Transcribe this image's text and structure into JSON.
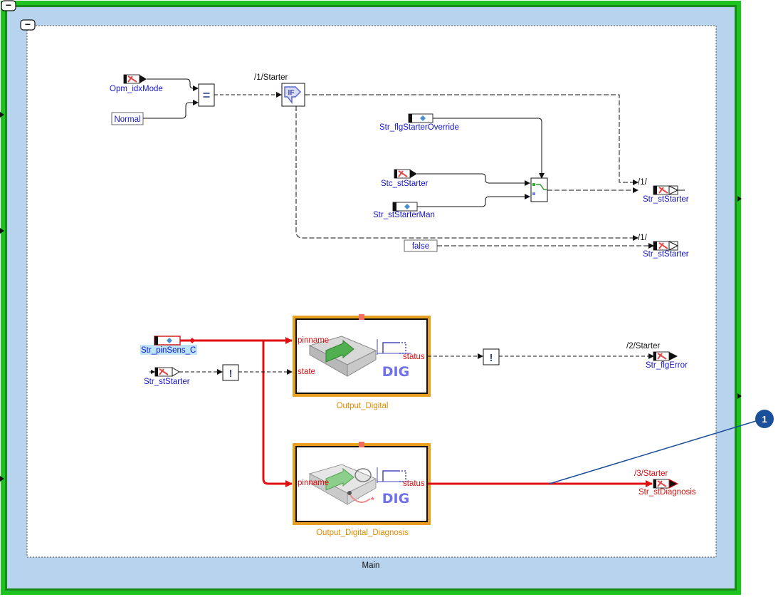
{
  "diagram": {
    "outer_label": "Main",
    "collapse_symbol": "−",
    "callout_number": "1",
    "colors": {
      "outer_border": "#1fc31f",
      "frame_fill": "#b8d3ee",
      "signal_blue": "#1515c8",
      "block_orange": "#e9a020",
      "wire_red": "#e01010"
    }
  },
  "signals": {
    "opm_idxmode": "Opm_idxMode",
    "normal_const": "Normal",
    "if_label": "/1/Starter",
    "if_block": "IF",
    "eq_block": "=",
    "flg_override": "Str_flgStarterOverride",
    "stc_ststarter": "Stc_stStarter",
    "str_ststarterman": "Str_stStarterMan",
    "out1_tag": "/1/",
    "out1_name": "Str_stStarter",
    "out2_tag": "/1/",
    "out2_name": "Str_stStarter",
    "false_const": "false",
    "pinsens": "Str_pinSens_C",
    "ststarter_in": "Str_stStarter",
    "not_block": "!",
    "flgerror_tag": "/2/Starter",
    "flgerror_name": "Str_flgError",
    "diag_tag": "/3/Starter",
    "diag_name": "Str_stDiagnosis"
  },
  "blocks": {
    "output_digital": {
      "title": "Output_Digital",
      "port_pinname": "pinname",
      "port_state": "state",
      "port_status": "status",
      "badge": "DIG"
    },
    "output_digital_diagnosis": {
      "title": "Output_Digital_Diagnosis",
      "port_pinname": "pinname",
      "port_status": "status",
      "badge": "DIG"
    }
  }
}
